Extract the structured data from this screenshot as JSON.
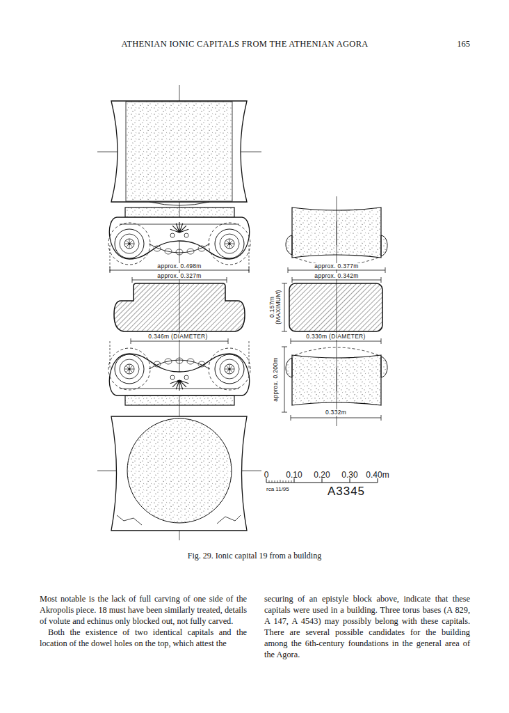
{
  "diagram": {
    "title": "ATHENIAN IONIC CAPITALS FROM THE ATHENIAN AGORA",
    "caption": "Fig. 29. Ionic capital 19 from a building",
    "labels": [
      "165",
      "approx. 0.498m",
      "approx. 0.327m",
      "approx. 0.377m",
      "approx. 0.342m",
      "0.157m (MAXIMUM)",
      "0.346m (DIAMETER)",
      "0.330m (DIAMETER)",
      "approx. 0.200m",
      "0.332m",
      "0",
      "0.10",
      "0.20",
      "0.30",
      "0.40m",
      "rca 11/95",
      "A3345",
      "Most notable is the lack of full carving of one side of the Akropolis piece. 18 must have been similarly treated, details of volute and echinus only blocked out, not fully carved.",
      "Both the existence of two identical capitals and the location of the dowel holes on the top, which attest the",
      "securing of an epistyle block above, indicate that these capitals were used in a building. Three torus bases (A 829, A 147, A 4543) may possibly belong with these capitals. There are several possible candidates for the building among the 6th-century foundations in the general area of the Agora."
    ]
  }
}
